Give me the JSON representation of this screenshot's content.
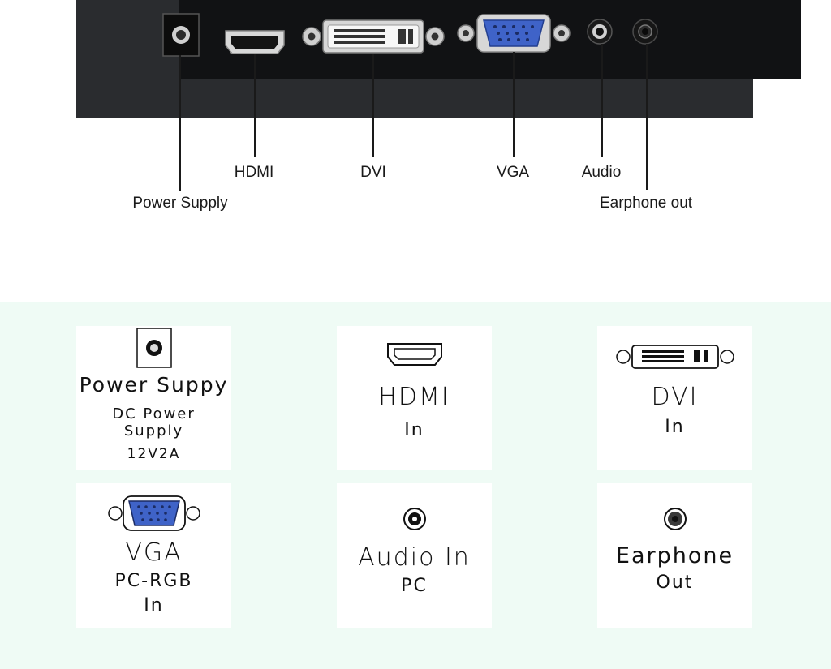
{
  "colors": {
    "panel": "#2a2c2f",
    "panel_dark": "#111214",
    "mint_background": "#effbf5",
    "card_background": "#ffffff",
    "vga_blue": "#3f63c8"
  },
  "callouts": {
    "power": "Power Supply",
    "hdmi": "HDMI",
    "dvi": "DVI",
    "vga": "VGA",
    "audio": "Audio",
    "earphone": "Earphone out"
  },
  "cards": {
    "power": {
      "title": "Power Suppy",
      "line1": "DC Power",
      "line2": "Supply",
      "line3": "12V2A",
      "icon": "dc-power-jack-icon"
    },
    "hdmi": {
      "title": "HDMI",
      "sub": "In",
      "icon": "hdmi-port-icon"
    },
    "dvi": {
      "title": "DVI",
      "sub": "In",
      "icon": "dvi-port-icon"
    },
    "vga": {
      "title": "VGA",
      "sub1": "PC-RGB",
      "sub2": "In",
      "icon": "vga-port-icon"
    },
    "audio": {
      "title": "Audio In",
      "sub": "PC",
      "icon": "audio-jack-icon"
    },
    "earphone": {
      "title": "Earphone",
      "sub": "Out",
      "icon": "earphone-jack-icon"
    }
  }
}
